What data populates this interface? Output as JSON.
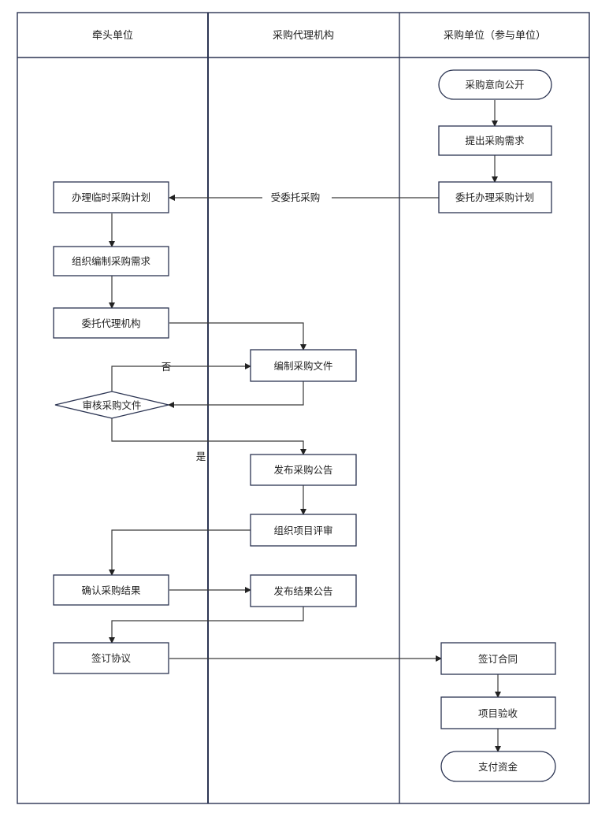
{
  "lanes": {
    "lead": "牵头单位",
    "agency": "采购代理机构",
    "purchaser": "采购单位（参与单位）"
  },
  "nodes": {
    "n_open": "采购意向公开",
    "n_demand": "提出采购需求",
    "n_entrust_plan": "委托办理采购计划",
    "n_temp_plan": "办理临时采购计划",
    "n_org_demand": "组织编制采购需求",
    "n_entrust_agency": "委托代理机构",
    "n_compile_docs": "编制采购文件",
    "n_review": "审核采购文件",
    "n_publish_notice": "发布采购公告",
    "n_eval": "组织项目评审",
    "n_confirm": "确认采购结果",
    "n_publish_result": "发布结果公告",
    "n_sign_agreement": "签订协议",
    "n_contract": "签订合同",
    "n_accept": "项目验收",
    "n_pay": "支付资金"
  },
  "edges": {
    "entrusted": "受委托采购",
    "no": "否",
    "yes": "是"
  }
}
